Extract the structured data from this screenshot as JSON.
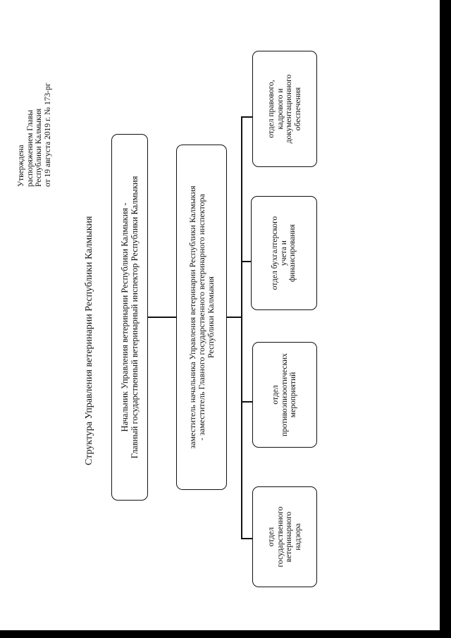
{
  "approval": {
    "lines": [
      "Утверждена",
      "распоряжением Главы",
      "Республики Калмыкия",
      "от 19 августа  2019 г. № 173-рг"
    ]
  },
  "title": "Структура Управления ветеринарии Республики Калмыкия",
  "head": {
    "lines": [
      "Начальник Управления ветеринарии Республики Калмыкия -",
      "Главный государственный ветеринарный инспектор Республики Калмыкия"
    ]
  },
  "deputy": {
    "lines": [
      "заместитель начальника Управления ветеринарии Республики Калмыкия",
      "- заместитель Главного государственного ветеринарного инспектора",
      "Республики Калмыкия"
    ]
  },
  "departments": [
    {
      "lines": [
        "отдел",
        "государственного",
        "ветеринарного",
        "надзора"
      ]
    },
    {
      "lines": [
        "отдел",
        "противоэпизоотических",
        "мероприятий"
      ]
    },
    {
      "lines": [
        "отдел бухгалтерского",
        "учета и",
        "финансирования"
      ]
    },
    {
      "lines": [
        "отдел правового,",
        "кадрового и",
        "документационного",
        "обеспечения"
      ]
    }
  ]
}
